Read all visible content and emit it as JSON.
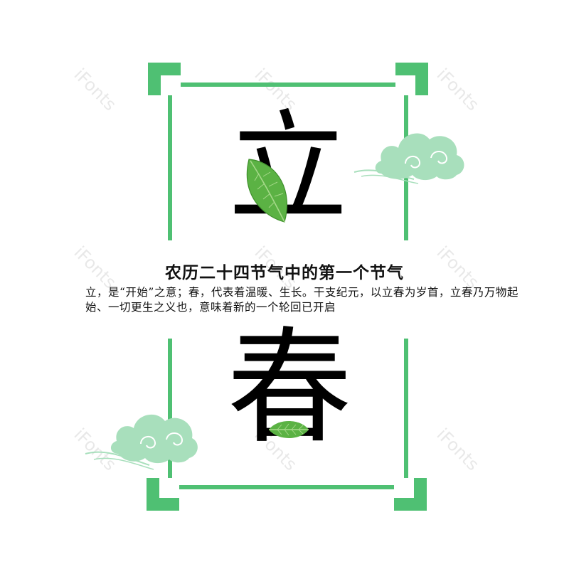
{
  "poster": {
    "char_top": "立",
    "char_bottom": "春",
    "headline": "农历二十四节气中的第一个节气",
    "description": "立，是“开始”之意；春，代表着温暖、生长。干支纪元，以立春为岁首，立春乃万物起始、一切更生之义也，意味着新的一个轮回已开启"
  },
  "watermark": {
    "text": "iFonts"
  },
  "colors": {
    "frame_green": "#4fc073",
    "cloud_green": "#a8dfbc",
    "leaf_green": "#5bb244",
    "text": "#000000"
  },
  "icons": [
    "leaf-icon",
    "cloud-icon"
  ]
}
